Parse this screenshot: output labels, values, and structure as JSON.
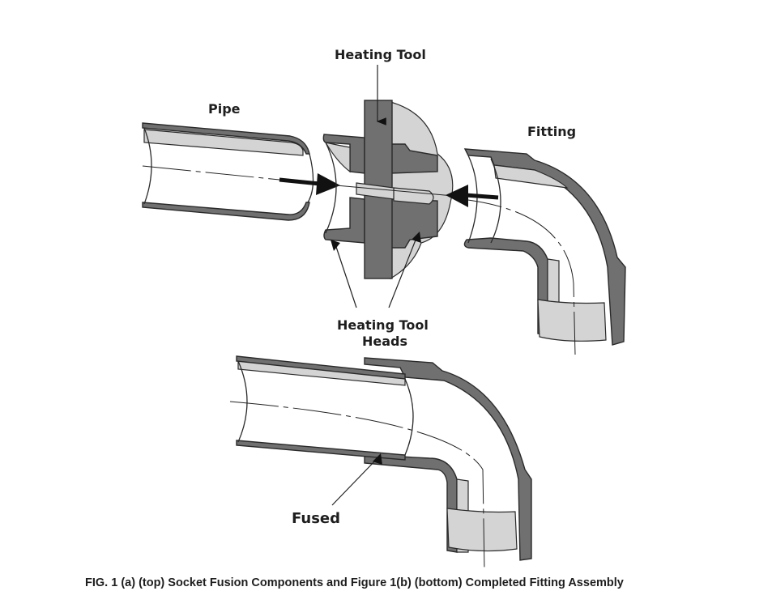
{
  "figure": {
    "labels": {
      "heating_tool": "Heating Tool",
      "pipe": "Pipe",
      "fitting": "Fitting",
      "heating_tool_heads_line1": "Heating Tool",
      "heating_tool_heads_line2": "Heads",
      "fused": "Fused"
    },
    "caption": "FIG. 1 (a) (top) Socket Fusion Components and Figure 1(b) (bottom) Completed Fitting Assembly",
    "colors": {
      "wall": "#707070",
      "light": "#d4d4d4",
      "outline": "#2a2a2a",
      "background": "#ffffff"
    }
  }
}
